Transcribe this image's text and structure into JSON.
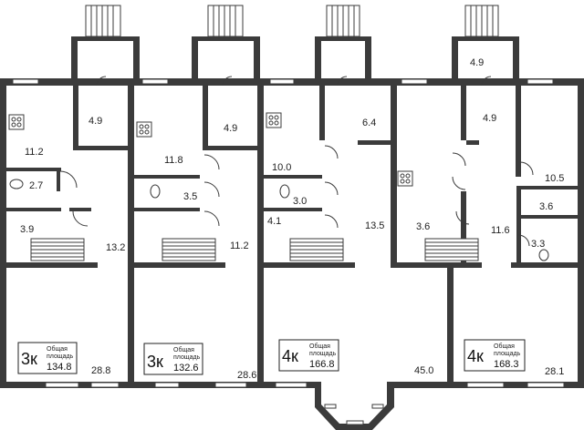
{
  "apartments": [
    {
      "rooms": "3к",
      "caption": [
        "Общая",
        "площадь"
      ],
      "total": "134.8"
    },
    {
      "rooms": "3к",
      "caption": [
        "Общая",
        "площадь"
      ],
      "total": "132.6"
    },
    {
      "rooms": "4к",
      "caption": [
        "Общая",
        "площадь"
      ],
      "total": "166.8"
    },
    {
      "rooms": "4к",
      "caption": [
        "Общая",
        "площадь"
      ],
      "total": "168.3"
    }
  ],
  "room_areas": [
    "4.9",
    "11.2",
    "2.7",
    "3.9",
    "13.2",
    "28.8",
    "4.9",
    "11.8",
    "3.5",
    "11.2",
    "28.6",
    "10.0",
    "6.4",
    "3.0",
    "4.1",
    "13.5",
    "45.0",
    "4.9",
    "4.9",
    "10.5",
    "3.6",
    "11.6",
    "3.6",
    "3.3",
    "28.1"
  ]
}
